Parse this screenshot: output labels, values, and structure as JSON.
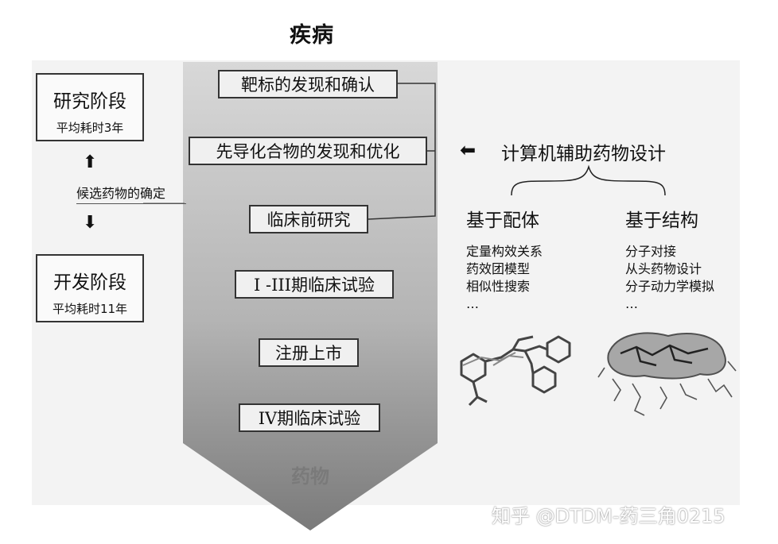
{
  "title": "疾病",
  "pipeline": {
    "steps": [
      "靶标的发现和确认",
      "先导化合物的发现和优化",
      "临床前研究",
      "I -III期临床试验",
      "注册上市",
      "IV期临床试验"
    ],
    "output_label": "药物"
  },
  "phases": {
    "research": {
      "title": "研究阶段",
      "duration": "平均耗时3年"
    },
    "development": {
      "title": "开发阶段",
      "duration": "平均耗时11年"
    },
    "milestone": "候选药物的确定"
  },
  "cadd": {
    "title": "计算机辅助药物设计",
    "ligand_based": {
      "title": "基于配体",
      "methods": [
        "定量构效关系",
        "药效团模型",
        "相似性搜索",
        "…"
      ]
    },
    "structure_based": {
      "title": "基于结构",
      "methods": [
        "分子对接",
        "从头药物设计",
        "分子动力学模拟",
        "…"
      ]
    }
  },
  "watermark": "知乎 @DTDM-药三角0215",
  "colors": {
    "funnel_top": "#d2d2d2",
    "funnel_bottom": "#7d7d7d",
    "box_border": "#333333"
  },
  "icons": [
    "up-arrow-icon",
    "down-arrow-icon",
    "left-arrow-icon",
    "ligand-molecule-icon",
    "protein-pocket-icon"
  ]
}
